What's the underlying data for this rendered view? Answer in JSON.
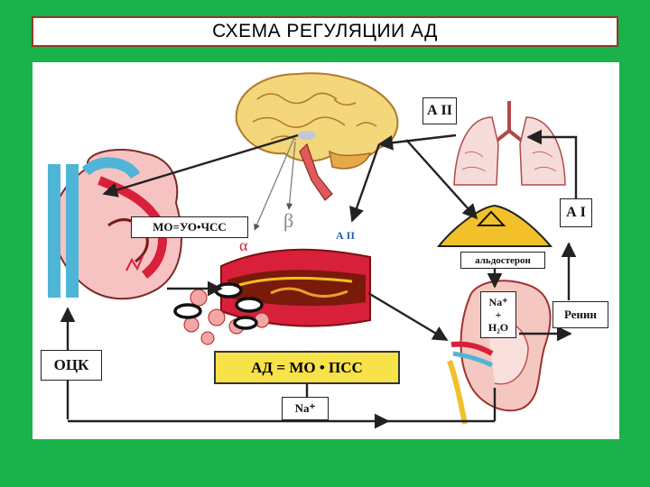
{
  "title": "СХЕМА РЕГУЛЯЦИИ АД",
  "labels": {
    "mo_formula": "МО=УО•ЧСС",
    "alpha": "α",
    "beta": "β",
    "a2_vessel": "А II",
    "a2_lung": "А II",
    "a1": "А I",
    "aldosterone": "альдостерон",
    "na_water_top": "Na⁺",
    "na_water_plus": "+",
    "na_water_bottom": "H₂O",
    "renin": "Ренин",
    "ock": "ОЦК",
    "na_bottom": "Na⁺",
    "ad_formula": "АД = МО • ПСС"
  },
  "colors": {
    "background": "#19b24b",
    "title_border": "#8c3a2a",
    "formula_fill": "#f7e24a",
    "brain": "#f3d77a",
    "heart": "#4fb5d6",
    "vessel": "#d8203a",
    "adrenal": "#f2c02a"
  }
}
